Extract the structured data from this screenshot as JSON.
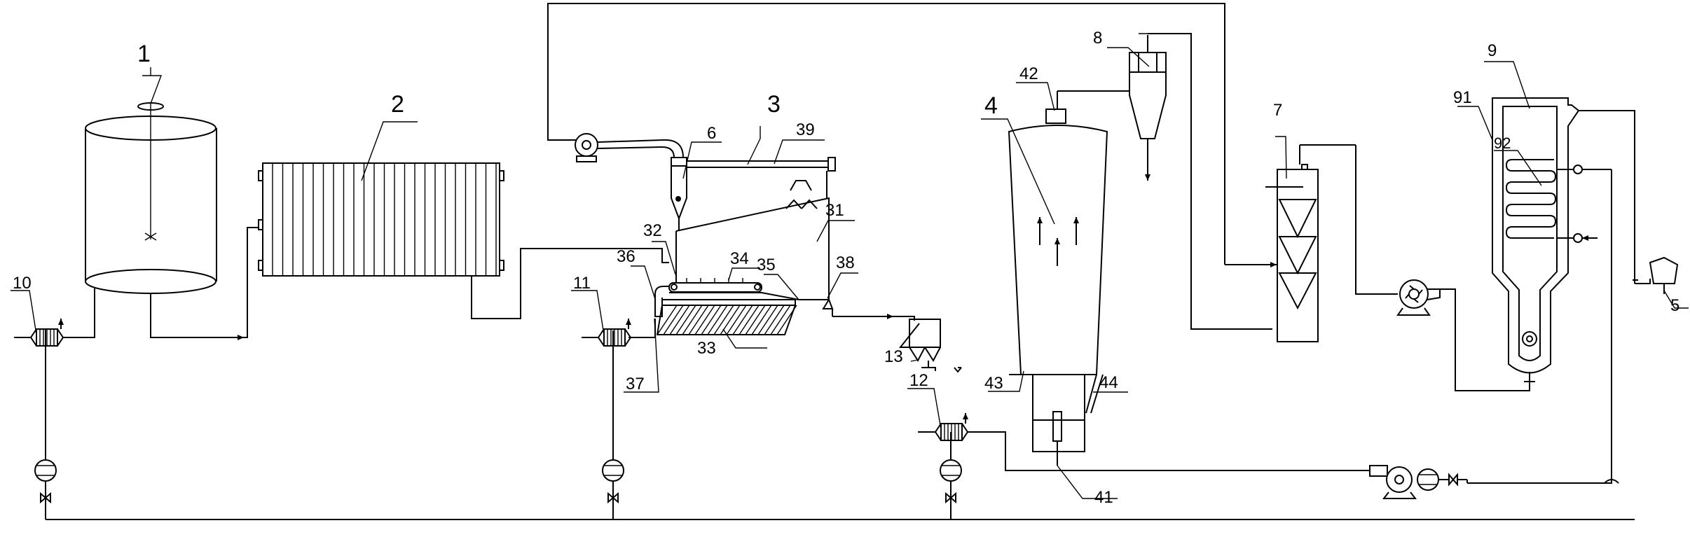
{
  "diagram": {
    "labels": {
      "l1": "1",
      "l2": "2",
      "l3": "3",
      "l4": "4",
      "l5": "5",
      "l6": "6",
      "l7": "7",
      "l8": "8",
      "l9": "9",
      "l10": "10",
      "l11": "11",
      "l12": "12",
      "l13": "13",
      "l31": "31",
      "l32": "32",
      "l33": "33",
      "l34": "34",
      "l35": "35",
      "l36": "36",
      "l37": "37",
      "l38": "38",
      "l39": "39",
      "l41": "41",
      "l42": "42",
      "l43": "43",
      "l44": "44",
      "l91": "91",
      "l92": "92"
    }
  }
}
